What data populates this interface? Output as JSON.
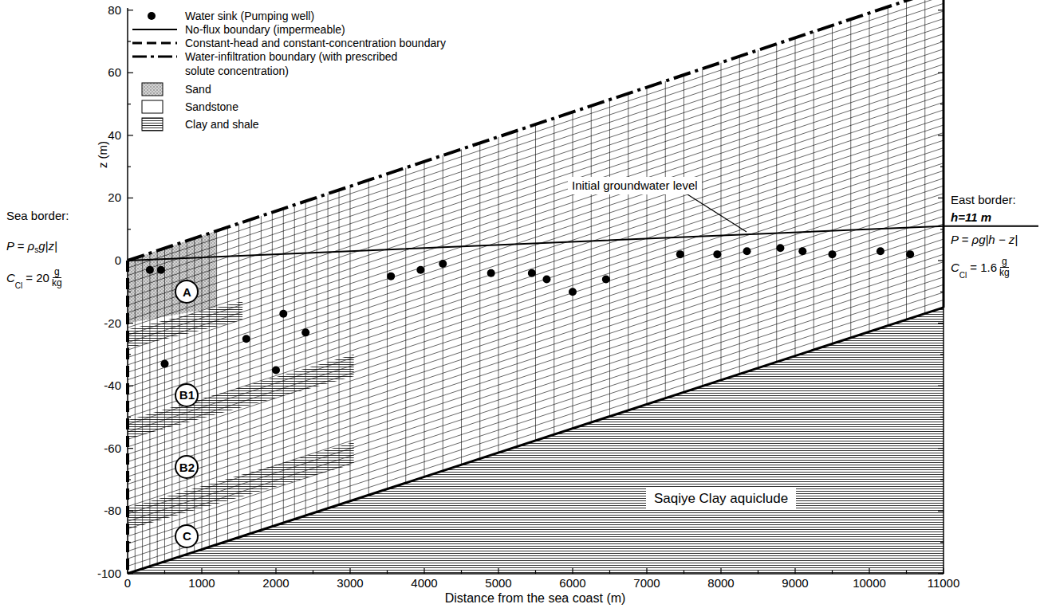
{
  "diagram": {
    "nodes": [
      {
        "text": [
          "A"
        ]
      },
      {
        "text": [
          "B1"
        ]
      },
      {
        "text": [
          "B2"
        ]
      },
      {
        "text": [
          "C"
        ]
      },
      {
        "text": [
          "Saqiye Clay aquiclude"
        ]
      }
    ],
    "labels": [
      "80",
      "60",
      "40",
      "20",
      "0",
      "-20",
      "-40",
      "-60",
      "-80",
      "-100",
      "z (m)",
      "0",
      "1000",
      "2000",
      "3000",
      "4000",
      "5000",
      "6000",
      "7000",
      "8000",
      "9000",
      "10000",
      "11000",
      "Distance from the sea coast (m)",
      "Initial groundwater level",
      "Sea border:",
      "P = ρ",
      "s",
      "g|z|",
      "C",
      "Cl",
      "= 20",
      "g",
      "kg",
      "East border:",
      "h=11 m",
      "P = ρg|h − z|",
      "C",
      "Cl",
      "= 1.6",
      "g",
      "kg"
    ],
    "legend": [
      {
        "text": "Water sink (Pumping well)"
      },
      {
        "text": "No-flux boundary (impermeable)"
      },
      {
        "text": "Constant-head and constant-concentration boundary"
      },
      {
        "text": "Water-infiltration boundary (with prescribed solute concentration)"
      },
      {
        "text": "Sand"
      },
      {
        "text": "Sandstone",
        "color": "#ffffff"
      },
      {
        "text": "Clay and shale"
      }
    ]
  }
}
